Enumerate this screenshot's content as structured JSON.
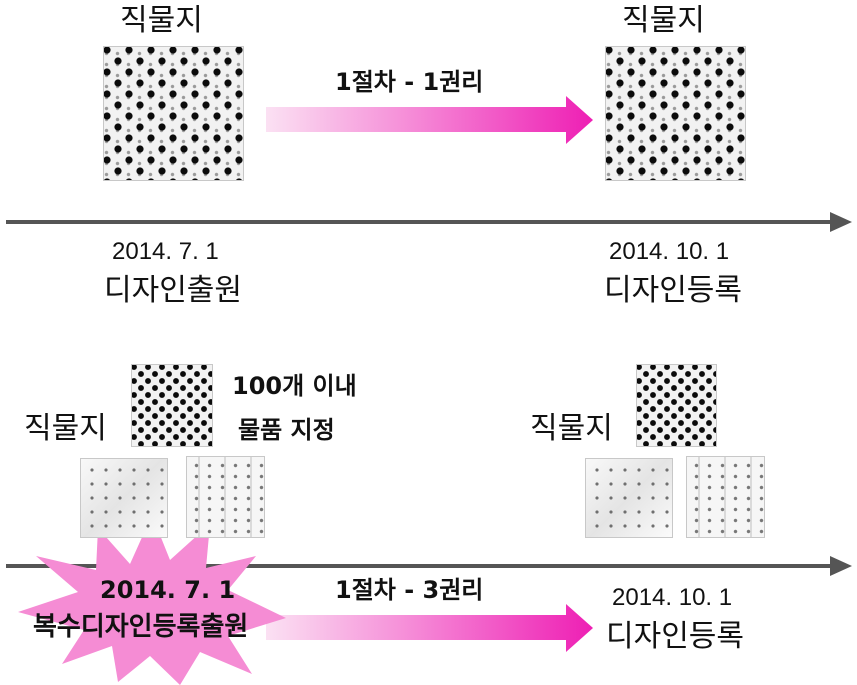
{
  "top": {
    "left_fabric_label": "직물지",
    "right_fabric_label": "직물지",
    "arrow_label": "1절차 - 1권리",
    "left_date": "2014. 7. 1",
    "left_event": "디자인출원",
    "right_date": "2014. 10. 1",
    "right_event": "디자인등록"
  },
  "bottom": {
    "left_fabric_label": "직물지",
    "right_fabric_label": "직물지",
    "note_line1": "100개 이내",
    "note_line2": "물품 지정",
    "starburst_date": "2014. 7. 1",
    "starburst_event": "복수디자인등록출원",
    "arrow_label": "1절차 - 3권리",
    "right_date": "2014. 10. 1",
    "right_event": "디자인등록"
  },
  "colors": {
    "arrow_start": "#fbe1f3",
    "arrow_end": "#ee1fb4",
    "starburst": "#f58cd4",
    "timeline": "#555555"
  }
}
